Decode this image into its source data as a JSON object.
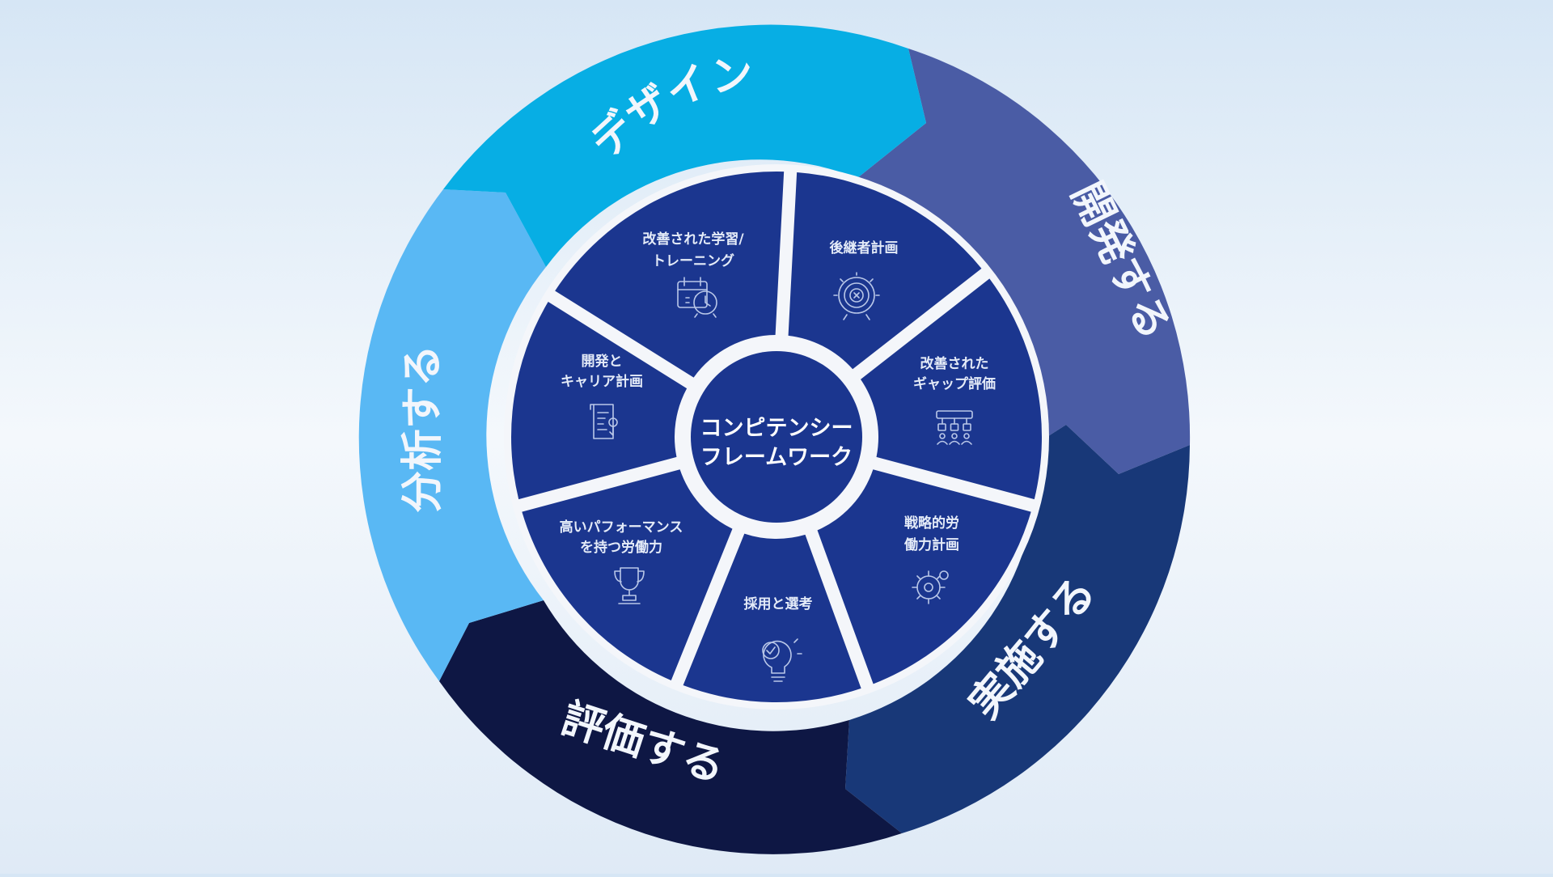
{
  "colors": {
    "design": "#07aee4",
    "develop": "#4a5ca5",
    "implement": "#183878",
    "evaluate": "#0e1744",
    "analyze": "#59b8f4",
    "segment_fill": "#1b368f",
    "divider": "#f4f6fa"
  },
  "phases": [
    {
      "label": "デザイン"
    },
    {
      "label": "開発する"
    },
    {
      "label": "実施する"
    },
    {
      "label": "評価する"
    },
    {
      "label": "分析する"
    }
  ],
  "center": {
    "line1": "コンピテンシー",
    "line2": "フレームワーク"
  },
  "segments": [
    {
      "line1": "後継者計画",
      "line2": "",
      "icon": "target-icon"
    },
    {
      "line1": "改善された",
      "line2": "ギャップ評価",
      "icon": "org-chart-icon"
    },
    {
      "line1": "戦略的労",
      "line2": "働力計画",
      "icon": "gear-icon"
    },
    {
      "line1": "採用と選考",
      "line2": "",
      "icon": "lightbulb-check-icon"
    },
    {
      "line1": "高いパフォーマンス",
      "line2": "を持つ労働力",
      "icon": "trophy-icon"
    },
    {
      "line1": "開発と",
      "line2": "キャリア計画",
      "icon": "document-pen-icon"
    },
    {
      "line1": "改善された学習/",
      "line2": "トレーニング",
      "icon": "calendar-clock-icon"
    }
  ]
}
